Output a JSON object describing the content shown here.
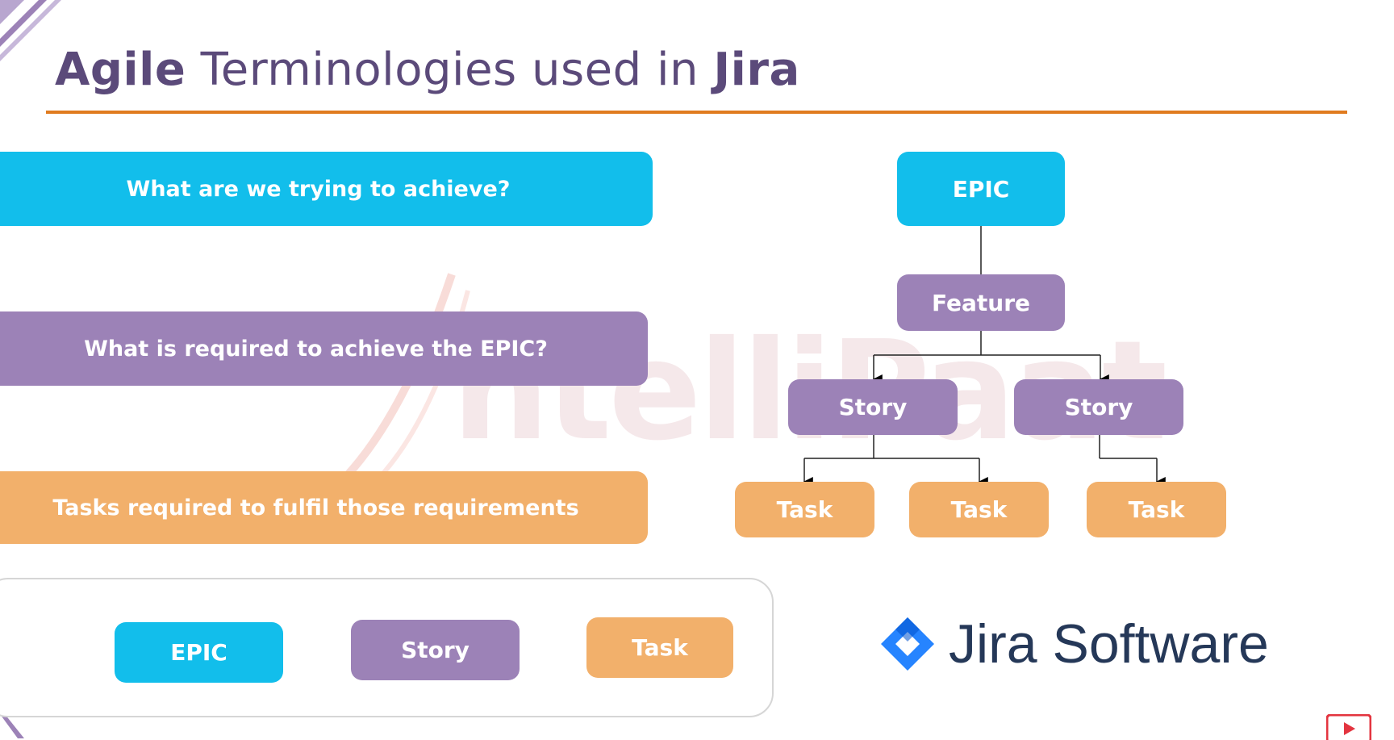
{
  "slide": {
    "title_bold_1": "Agile",
    "title_mid": " Terminologies used in ",
    "title_bold_2": "Jira"
  },
  "rows": [
    {
      "text": "What are we trying to achieve?"
    },
    {
      "text": "What is required to achieve the EPIC?"
    },
    {
      "text": "Tasks required to fulfil those requirements"
    }
  ],
  "hierarchy": {
    "epic": "EPIC",
    "feature": "Feature",
    "stories": [
      "Story",
      "Story"
    ],
    "tasks": [
      "Task",
      "Task",
      "Task"
    ]
  },
  "legend": {
    "epic": "EPIC",
    "story": "Story",
    "task": "Task"
  },
  "watermark": {
    "text": "ntelliPaat"
  },
  "brand": {
    "name": "Jira Software"
  },
  "colors": {
    "epic": "#12beeb",
    "story": "#9c82b7",
    "task": "#f2b06b",
    "title": "#5b4a7a",
    "rule": "#e07b1f"
  },
  "icons": {
    "brand": "jira-diamond-icon",
    "video": "youtube-play-icon"
  }
}
